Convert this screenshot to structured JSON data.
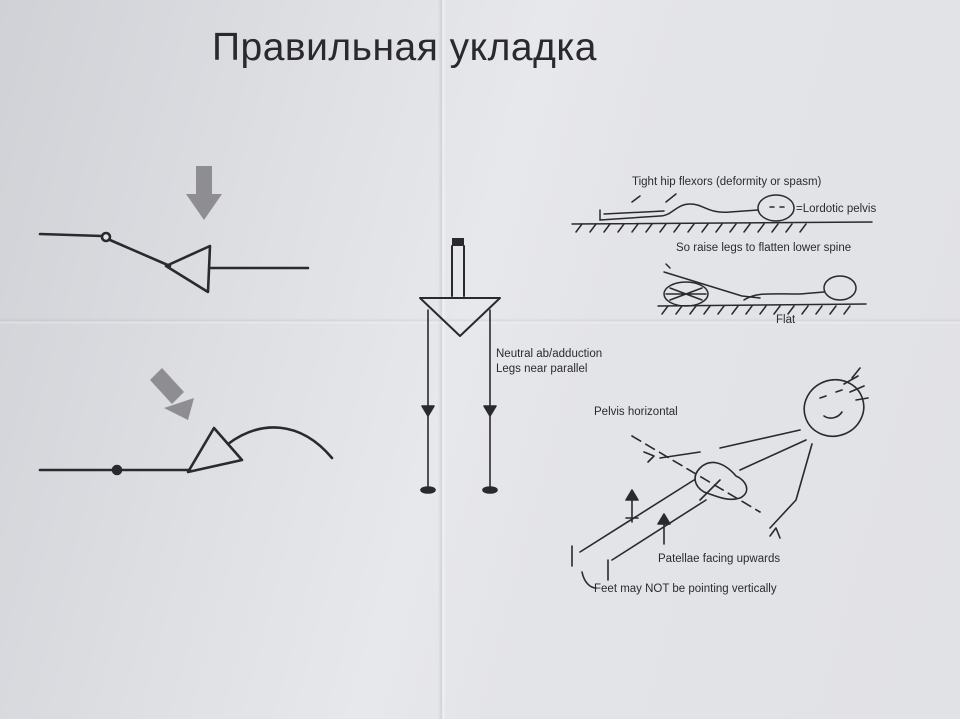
{
  "title": "Правильная укладка",
  "labels": {
    "tight_hip": "Tight hip flexors (deformity or spasm)",
    "lordotic": "=Lordotic pelvis",
    "raise_legs": "So raise legs to flatten lower spine",
    "flat": "Flat",
    "neutral_1": "Neutral ab/adduction",
    "neutral_2": "Legs near parallel",
    "pelvis_horizontal": "Pelvis horizontal",
    "patellae": "Patellae facing upwards",
    "feet": "Feet may NOT be pointing vertically"
  },
  "colors": {
    "ink": "#2a2a2e",
    "arrow_grey": "#8e8e92",
    "paper": "#e3e4e8"
  },
  "icons": {
    "down_arrow": "down-arrow-icon",
    "diagonal_arrow": "diagonal-arrow-icon",
    "hollow_arrow": "hollow-down-arrow-icon"
  }
}
